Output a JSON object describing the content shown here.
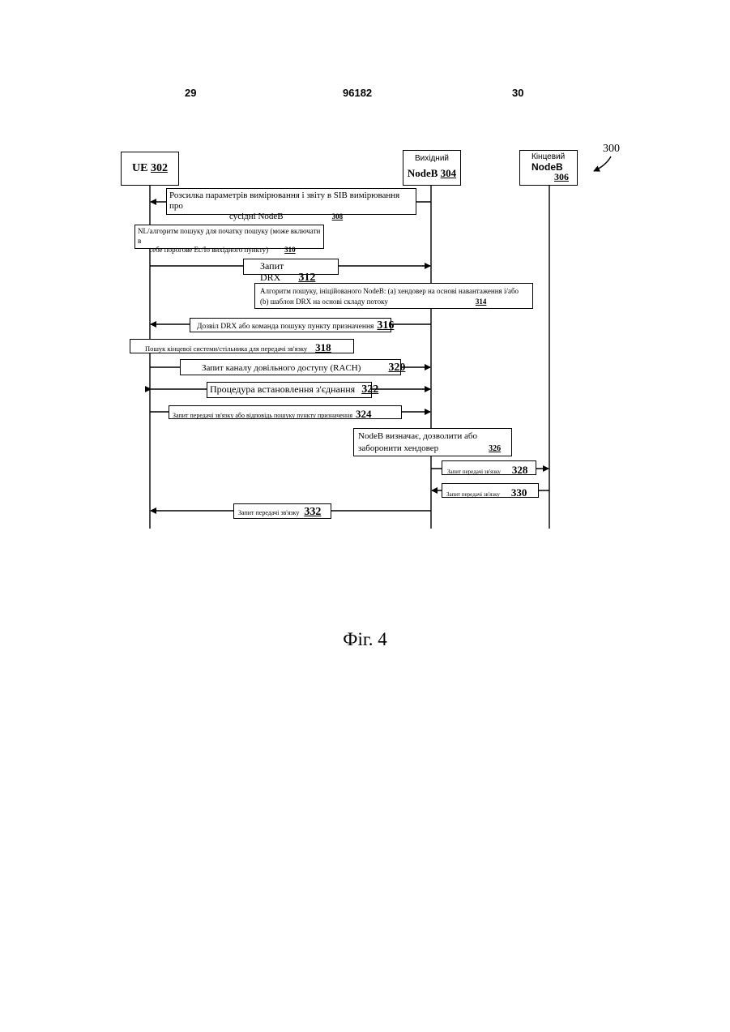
{
  "header": {
    "left_page": "29",
    "patent_no": "96182",
    "right_page": "30"
  },
  "figure_ref": "300",
  "entities": {
    "ue": {
      "label": "UE",
      "num": "302"
    },
    "source": {
      "line1": "Вихідний",
      "line2": "NodeB",
      "num": "304"
    },
    "target": {
      "line1": "Кінцевий",
      "line2": "NodeB",
      "num": "306"
    }
  },
  "messages": {
    "m308": {
      "line1": "Розсилка параметрів вимірювання і звіту в SIB вимірювання про",
      "line2": "сусідні NodeB",
      "num": "308"
    },
    "m310": {
      "line1": "NL/алгоритм пошуку для початку пошуку (може включати в",
      "line2": "себе порогове Ec/Io вихідного пункту)",
      "num": "310"
    },
    "m312": {
      "text": "Запит DRX",
      "num": "312"
    },
    "m314": {
      "line1": "Алгоритм пошуку, ініційованого NodeB: (a) хендовер на основі навантаження і/або",
      "line2": "(b) шаблон DRX на основі складу потоку",
      "num": "314"
    },
    "m316": {
      "text": "Дозвіл DRX або команда пошуку пункту призначення",
      "num": "316"
    },
    "m318": {
      "text": "Пошук кінцевої системи/стільника для передачі зв'язку",
      "num": "318"
    },
    "m320": {
      "text": "Запит каналу довільного доступу (RACH)",
      "num": "320"
    },
    "m322": {
      "text": "Процедура встановлення з'єднання",
      "num": "322"
    },
    "m324": {
      "text": "Запит передачі зв'язку або відповідь пошуку пункту призначення",
      "num": "324"
    },
    "m326": {
      "line1": "NodeB визначає, дозволити або",
      "line2": "заборонити хендовер",
      "num": "326"
    },
    "m328": {
      "text": "Запит передачі зв'язку",
      "num": "328"
    },
    "m330": {
      "text": "Запит передачі зв'язку",
      "num": "330"
    },
    "m332": {
      "text": "Запит передачі зв'язку",
      "num": "332"
    }
  },
  "caption": "Фіг. 4"
}
